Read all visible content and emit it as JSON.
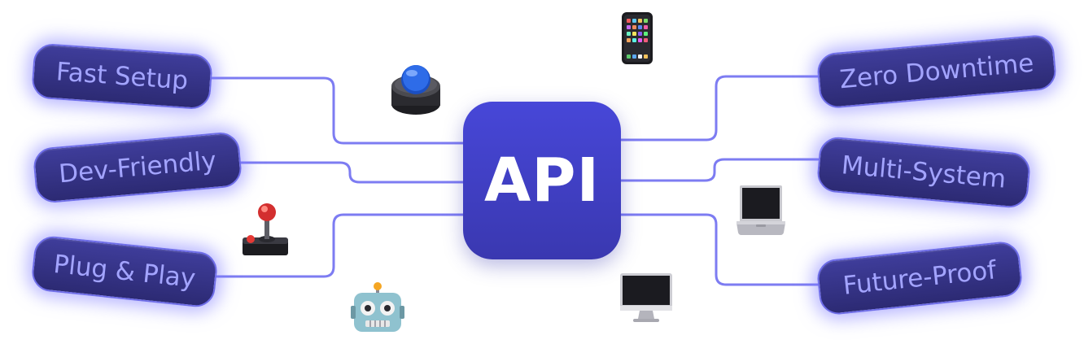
{
  "center": {
    "label": "API"
  },
  "features_left": [
    {
      "label": "Fast Setup"
    },
    {
      "label": "Dev-Friendly"
    },
    {
      "label": "Plug & Play"
    }
  ],
  "features_right": [
    {
      "label": "Zero Downtime"
    },
    {
      "label": "Multi-System"
    },
    {
      "label": "Future-Proof"
    }
  ],
  "decorations": [
    "trackball-icon",
    "smartphone-icon",
    "joystick-icon",
    "robot-icon",
    "laptop-icon",
    "desktop-monitor-icon"
  ],
  "colors": {
    "connector": "#7d7cf2",
    "pill_bg": "#34328a",
    "pill_text": "#a3a4ff",
    "pill_glow": "#7874ff",
    "api_box": "#4242c8",
    "api_text": "#ffffff"
  }
}
